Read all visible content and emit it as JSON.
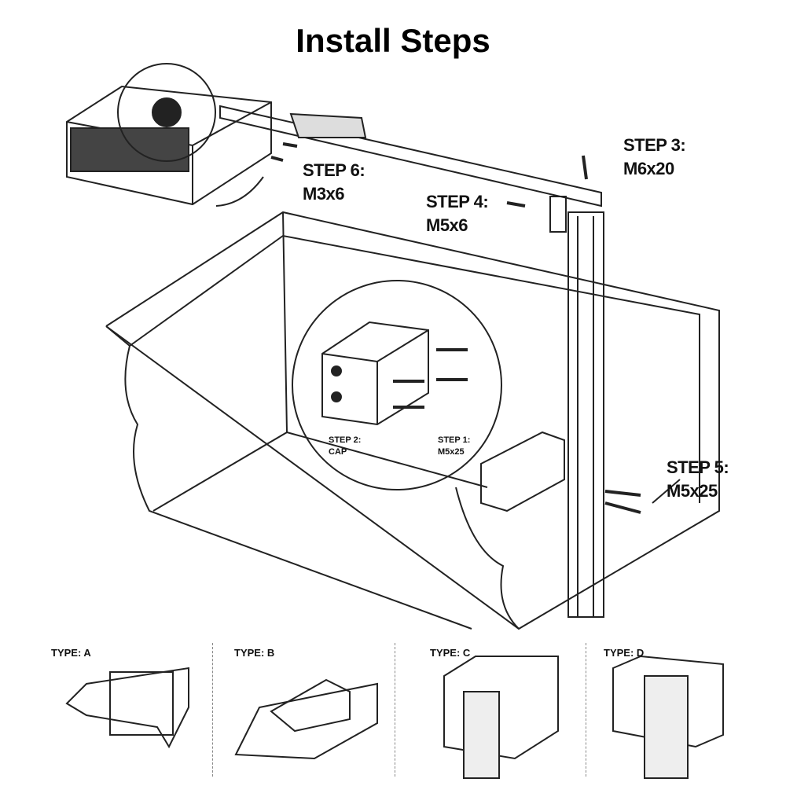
{
  "title": "Install Steps",
  "steps": [
    {
      "label": "STEP 3:",
      "spec": "M6x20"
    },
    {
      "label": "STEP 4:",
      "spec": "M5x6"
    },
    {
      "label": "STEP 5:",
      "spec": "M5x25"
    },
    {
      "label": "STEP 6:",
      "spec": "M3x6"
    }
  ],
  "detail": {
    "step1": {
      "label": "STEP 1:",
      "spec": "M5x25"
    },
    "step2": {
      "label": "STEP 2:",
      "spec": "CAP"
    }
  },
  "types": [
    {
      "label": "TYPE:  A"
    },
    {
      "label": "TYPE:  B"
    },
    {
      "label": "TYPE:  C"
    },
    {
      "label": "TYPE:  D"
    }
  ]
}
